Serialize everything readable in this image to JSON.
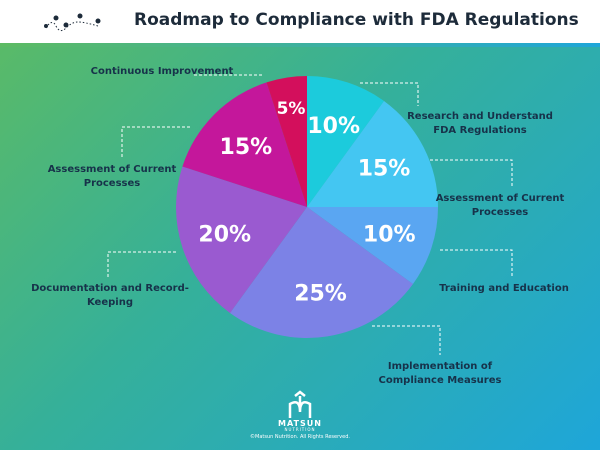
{
  "header": {
    "title": "Roadmap to Compliance with FDA Regulations",
    "icon": "roadmap-pins-icon"
  },
  "chart_data": {
    "type": "pie",
    "title": "Roadmap to Compliance with FDA Regulations",
    "categories": [
      "Research and Understand FDA Regulations",
      "Assessment of Current Processes",
      "Training and Education",
      "Implementation of Compliance Measures",
      "Documentation and Record-Keeping",
      "Assessment of Current Processes",
      "Continuous Improvement"
    ],
    "values": [
      10,
      15,
      10,
      25,
      20,
      15,
      5
    ],
    "labels": [
      "10%",
      "15%",
      "10%",
      "25%",
      "20%",
      "15%",
      "5%"
    ],
    "colors": [
      "#1ccbdc",
      "#44c6f2",
      "#5aa6f2",
      "#7c82e6",
      "#9a5ad0",
      "#c4179b",
      "#d30f5c"
    ]
  },
  "footer": {
    "brand": "MATSUN",
    "sub": "NUTRITION",
    "copyright": "©Matsun Nutrition. All Rights Reserved."
  }
}
